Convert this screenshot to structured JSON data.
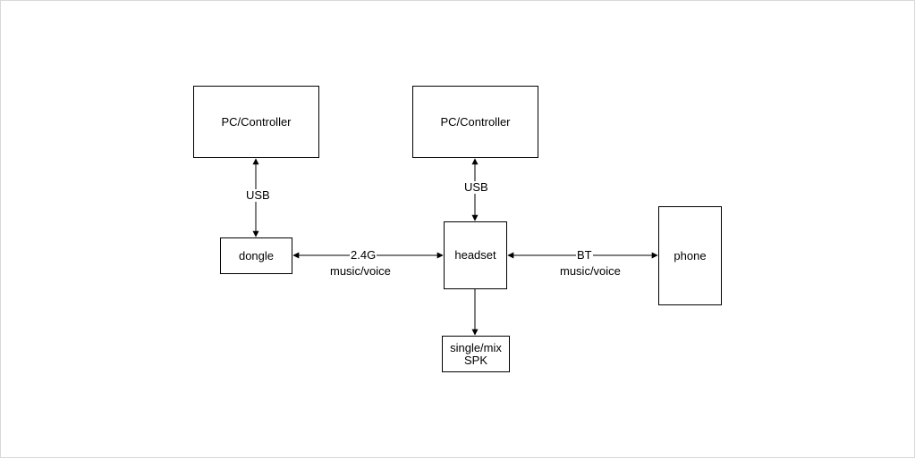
{
  "diagram": {
    "nodes": {
      "pc_left": "PC/Controller",
      "pc_right": "PC/Controller",
      "dongle": "dongle",
      "headset": "headset",
      "phone": "phone",
      "spk_line1": "single/mix",
      "spk_line2": "SPK"
    },
    "edges": {
      "usb_left": "USB",
      "usb_right": "USB",
      "wireless_top": "2.4G",
      "wireless_bottom": "music/voice",
      "bt_top": "BT",
      "bt_bottom": "music/voice"
    },
    "colors": {
      "stroke": "#000000",
      "background": "#ffffff"
    }
  }
}
